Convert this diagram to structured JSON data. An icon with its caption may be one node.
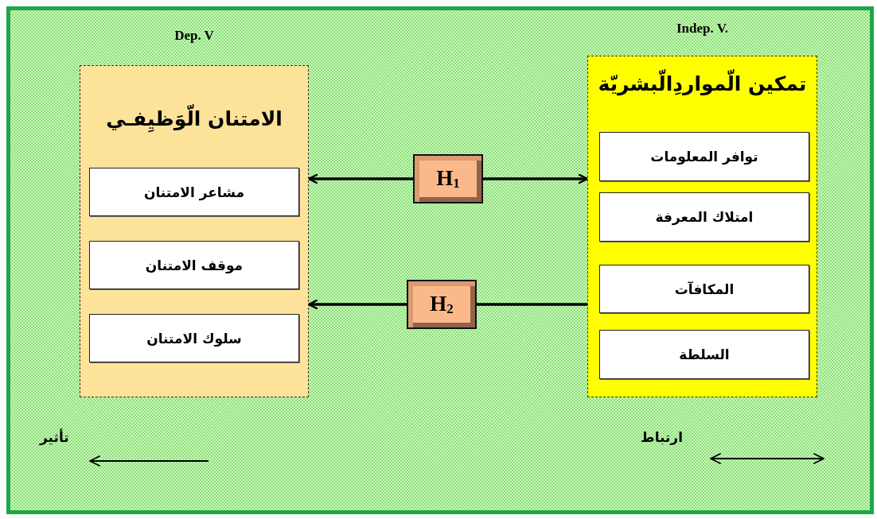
{
  "diagram": {
    "nodes": [
      {
        "text": [
          "Dep. V",
          "الامتنان الّوَظيِفـي"
        ]
      },
      {
        "text": [
          "مشاعر الامتنان"
        ],
        "in": 0
      },
      {
        "text": [
          "موقف الامتنان"
        ],
        "in": 0
      },
      {
        "text": [
          "سلوك الامتنان"
        ],
        "in": 0
      },
      {
        "text": [
          "Indep. V.",
          "تمكين الّمواردِالّبشريّة"
        ]
      },
      {
        "text": [
          "توافر المعلومات"
        ],
        "in": 4
      },
      {
        "text": [
          "امتلاك المعرفة"
        ],
        "in": 4
      },
      {
        "text": [
          "المكافآت"
        ],
        "in": 4
      },
      {
        "text": [
          "السلطة"
        ],
        "in": 4
      },
      {
        "text": [
          "H$_{1}$"
        ]
      },
      {
        "text": [
          "H$_{2}$"
        ]
      }
    ],
    "edges": [
      {
        "from": 9,
        "to": 0,
        "arrow": "to"
      },
      {
        "from": 9,
        "to": 4,
        "arrow": "to"
      },
      {
        "from": 10,
        "to": 0,
        "arrow": "to"
      },
      {
        "from": 4,
        "to": 10,
        "arrow": "none"
      }
    ],
    "legend": [
      {
        "text": "ارتباط"
      },
      {
        "text": "تأثير"
      }
    ]
  }
}
